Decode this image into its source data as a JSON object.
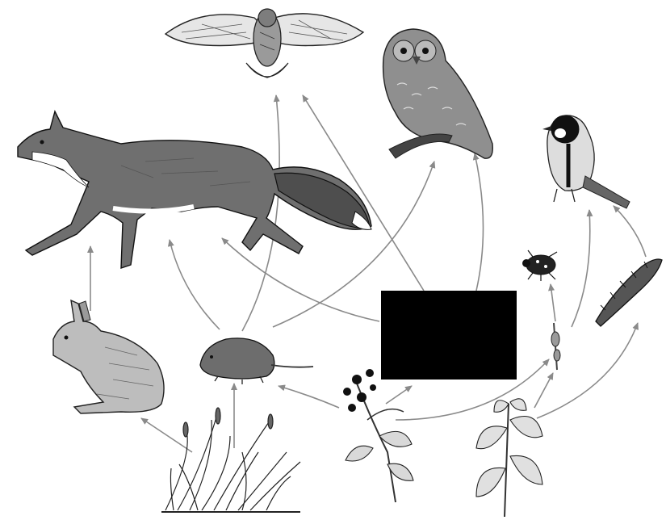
{
  "diagram": {
    "organisms": [
      {
        "id": "hawk",
        "name": "hawk-illustration"
      },
      {
        "id": "owl",
        "name": "owl-illustration"
      },
      {
        "id": "fox",
        "name": "fox-illustration"
      },
      {
        "id": "tit",
        "name": "bird-illustration"
      },
      {
        "id": "rabbit",
        "name": "rabbit-illustration"
      },
      {
        "id": "vole",
        "name": "vole-illustration"
      },
      {
        "id": "beetle",
        "name": "beetle-illustration"
      },
      {
        "id": "caterpillar",
        "name": "caterpillar-illustration"
      },
      {
        "id": "aphid",
        "name": "aphid-illustration"
      },
      {
        "id": "grass",
        "name": "grass-illustration"
      },
      {
        "id": "blackberry",
        "name": "blackberry-plant-illustration"
      },
      {
        "id": "nettle",
        "name": "nettle-plant-illustration"
      }
    ],
    "links": [
      {
        "from": "grass",
        "to": "rabbit"
      },
      {
        "from": "grass",
        "to": "vole"
      },
      {
        "from": "rabbit",
        "to": "fox"
      },
      {
        "from": "vole",
        "to": "fox"
      },
      {
        "from": "vole",
        "to": "hawk"
      },
      {
        "from": "vole",
        "to": "owl"
      },
      {
        "from": "blackberry",
        "to": "vole"
      },
      {
        "from": "blackberry",
        "to": "hidden"
      },
      {
        "from": "blackberry",
        "to": "aphid"
      },
      {
        "from": "nettle",
        "to": "aphid"
      },
      {
        "from": "nettle",
        "to": "caterpillar"
      },
      {
        "from": "aphid",
        "to": "beetle"
      },
      {
        "from": "aphid",
        "to": "tit"
      },
      {
        "from": "caterpillar",
        "to": "tit"
      },
      {
        "from": "hidden",
        "to": "fox"
      },
      {
        "from": "hidden",
        "to": "hawk"
      },
      {
        "from": "hidden",
        "to": "owl"
      }
    ],
    "hidden_box": {
      "color": "#000000"
    }
  }
}
